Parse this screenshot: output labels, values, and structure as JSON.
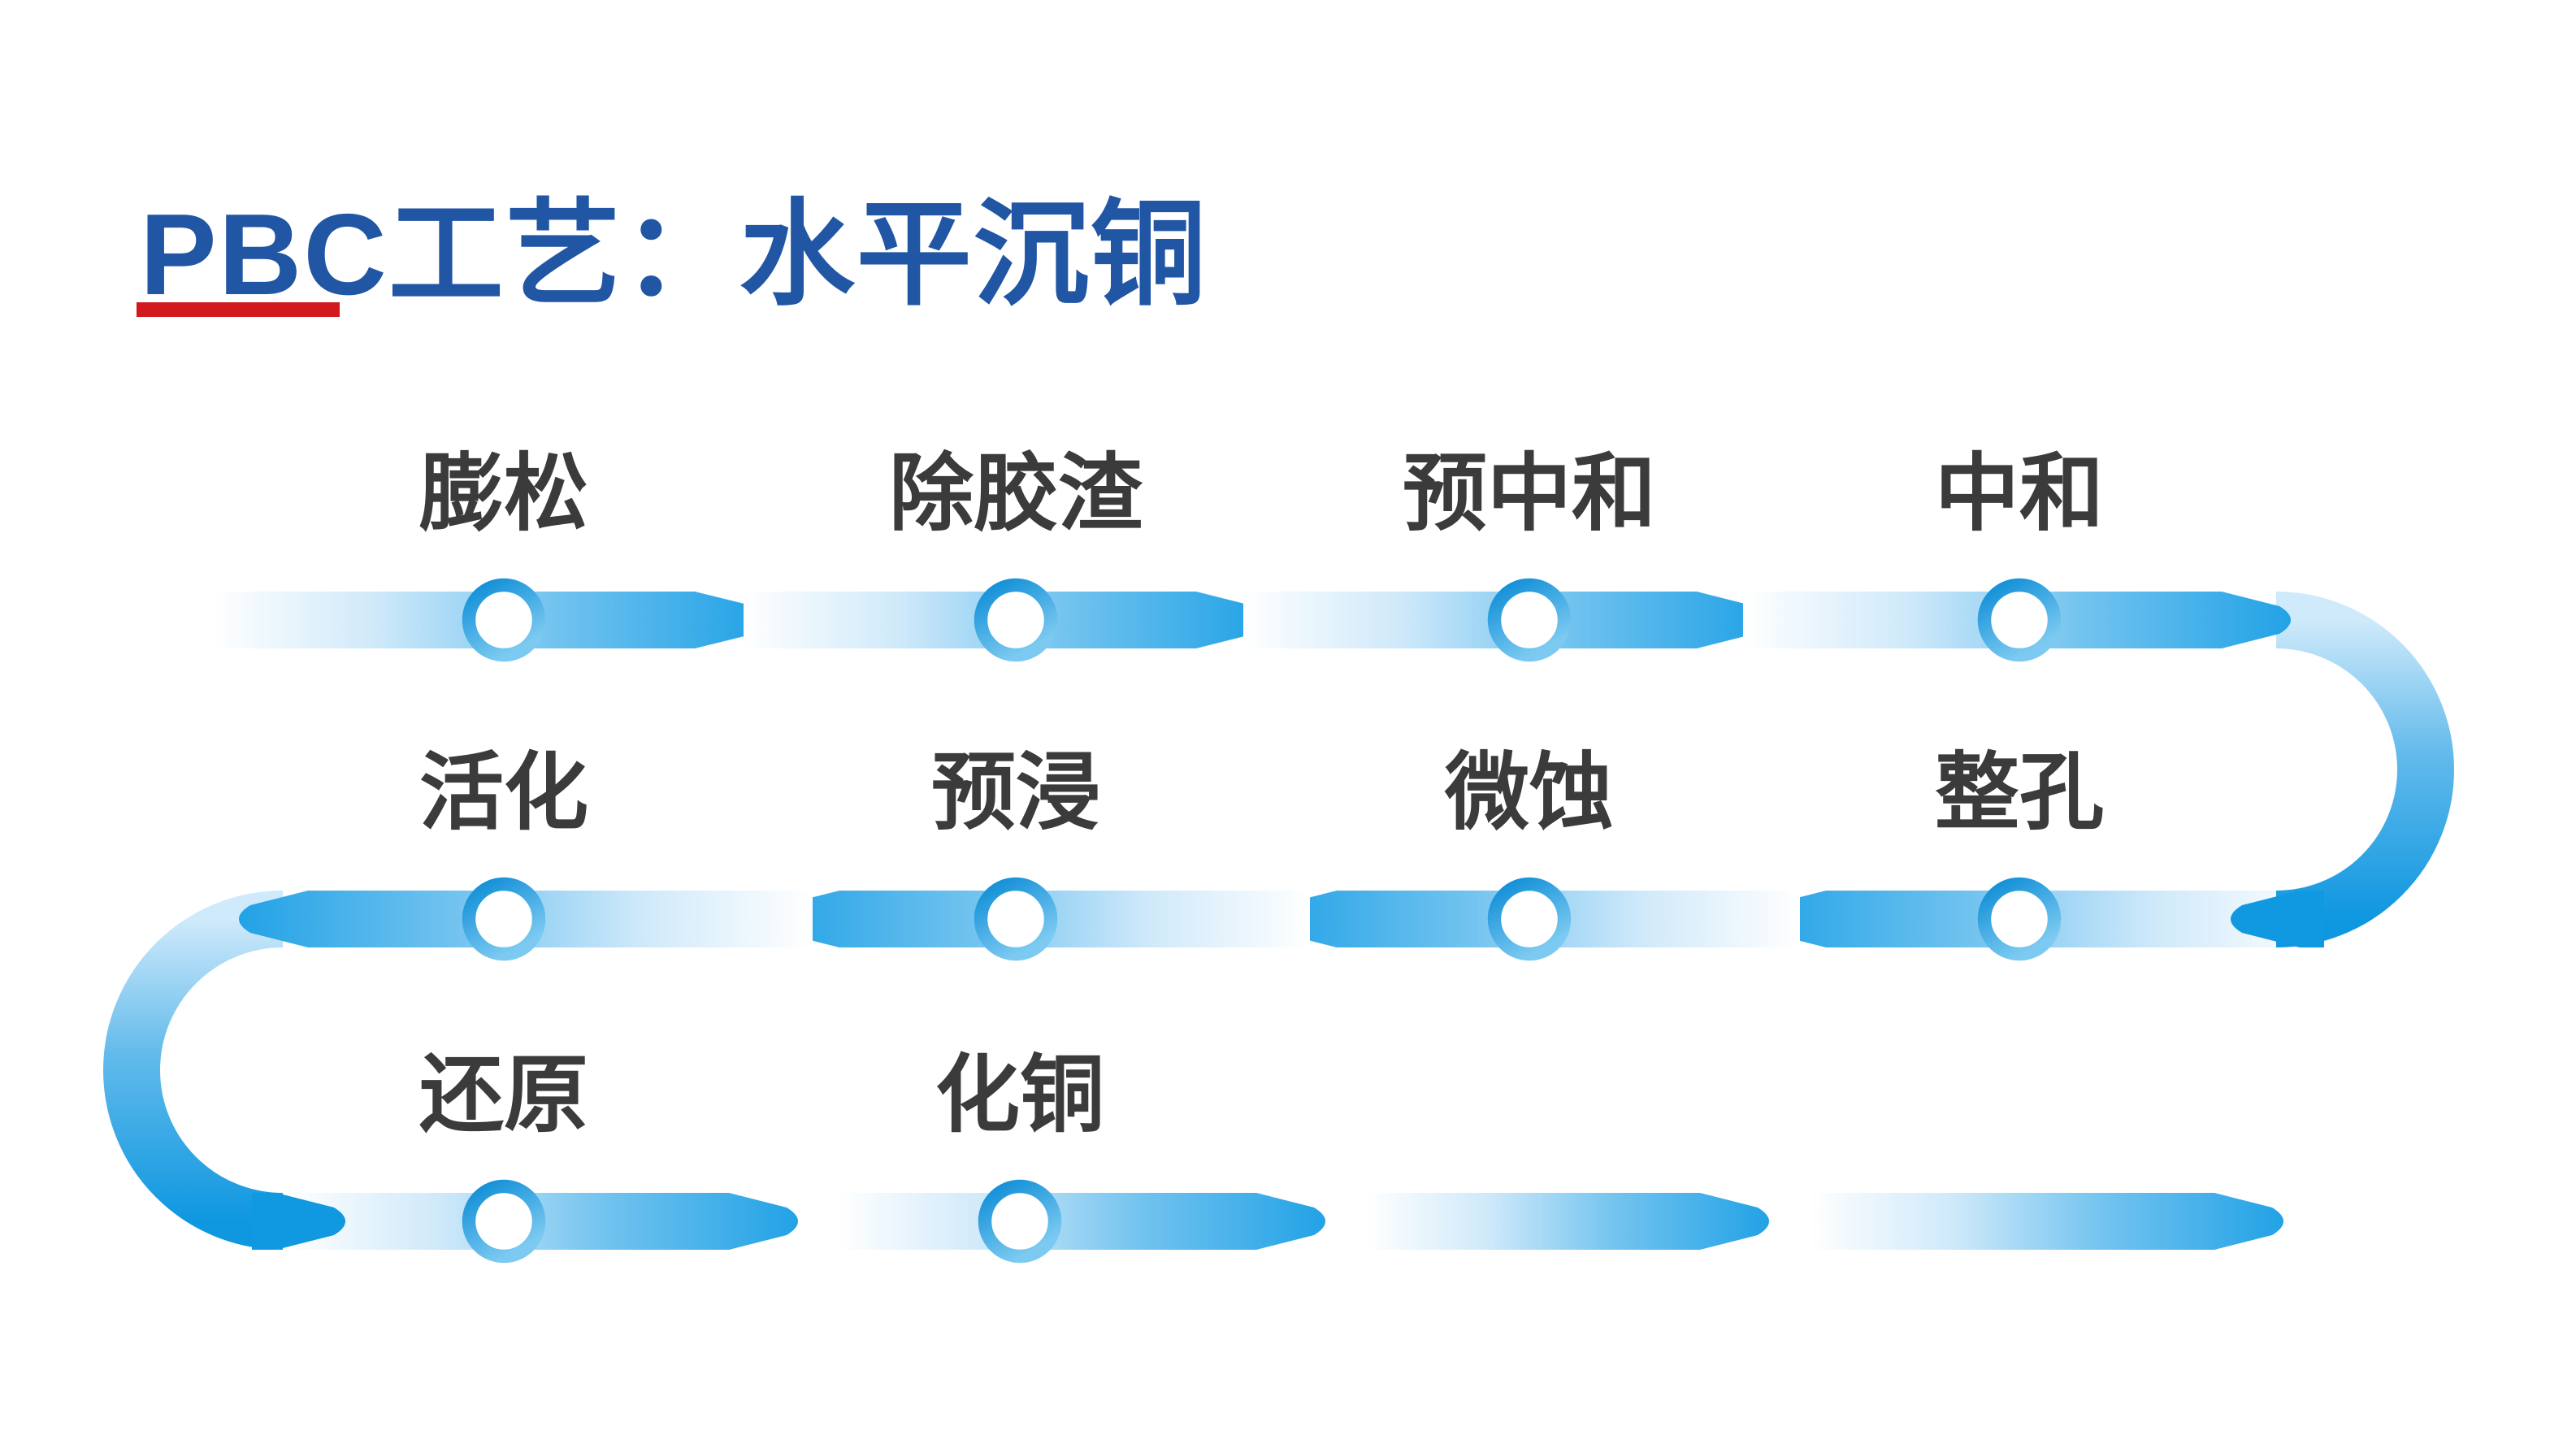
{
  "title": "PBC工艺：水平沉铜",
  "flow": {
    "rows": [
      {
        "direction": "right",
        "labels": [
          "膨松",
          "除胶渣",
          "预中和",
          "中和"
        ]
      },
      {
        "direction": "left",
        "labels": [
          "活化",
          "预浸",
          "微蚀",
          "整孔"
        ]
      },
      {
        "direction": "right",
        "labels": [
          "还原",
          "化铜"
        ]
      }
    ],
    "sequence": [
      "膨松",
      "除胶渣",
      "预中和",
      "中和",
      "整孔",
      "微蚀",
      "预浸",
      "活化",
      "还原",
      "化铜"
    ]
  },
  "colors": {
    "title_blue": "#2156a5",
    "underline_red": "#d2191d",
    "label_gray": "#3b3b3b",
    "flow_blue_dark": "#1d9fe5",
    "flow_blue_light": "#cfe9fa",
    "node_ring_dark": "#0c8cd6",
    "node_ring_light": "#7ccaf1",
    "background": "#ffffff"
  }
}
